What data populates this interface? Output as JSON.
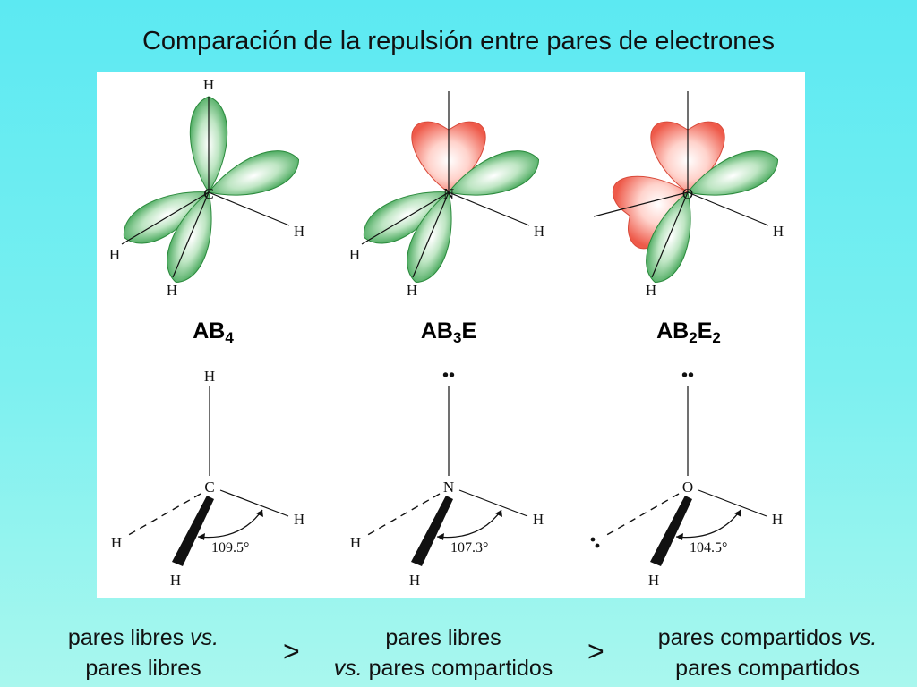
{
  "title": "Comparación de la repulsión entre pares de electrones",
  "molecules": [
    {
      "label": {
        "base1": "AB",
        "sub1": "4",
        "base2": "",
        "sub2": ""
      },
      "central_atom": "C",
      "top_atom": "H",
      "right_atom": "H",
      "left_atom": "H",
      "bottom_atom": "H",
      "angle": "109.5°"
    },
    {
      "label": {
        "base1": "AB",
        "sub1": "3",
        "base2": "E",
        "sub2": ""
      },
      "central_atom": "N",
      "top_atom": "",
      "right_atom": "H",
      "left_atom": "H",
      "bottom_atom": "H",
      "angle": "107.3°"
    },
    {
      "label": {
        "base1": "AB",
        "sub1": "2",
        "base2": "E",
        "sub2": "2"
      },
      "central_atom": "O",
      "top_atom": "",
      "right_atom": "H",
      "left_atom": "",
      "bottom_atom": "H",
      "angle": "104.5°"
    }
  ],
  "captions": {
    "left_line1": "pares libres",
    "left_line1_italic": "vs.",
    "left_line2": "pares libres",
    "middle_line1": "pares libres",
    "middle_line2_italic": "vs.",
    "middle_line2": "pares compartidos",
    "right_line1": "pares compartidos",
    "right_line1_italic": "vs.",
    "right_line2": "pares compartidos",
    "gt1": ">",
    "gt2": ">"
  },
  "colors": {
    "bonding_orbital": "#2e9b45",
    "lone_pair_orbital": "#ee5a4a",
    "background_top": "#5ce9f2",
    "background_bottom": "#a9f7ee"
  }
}
